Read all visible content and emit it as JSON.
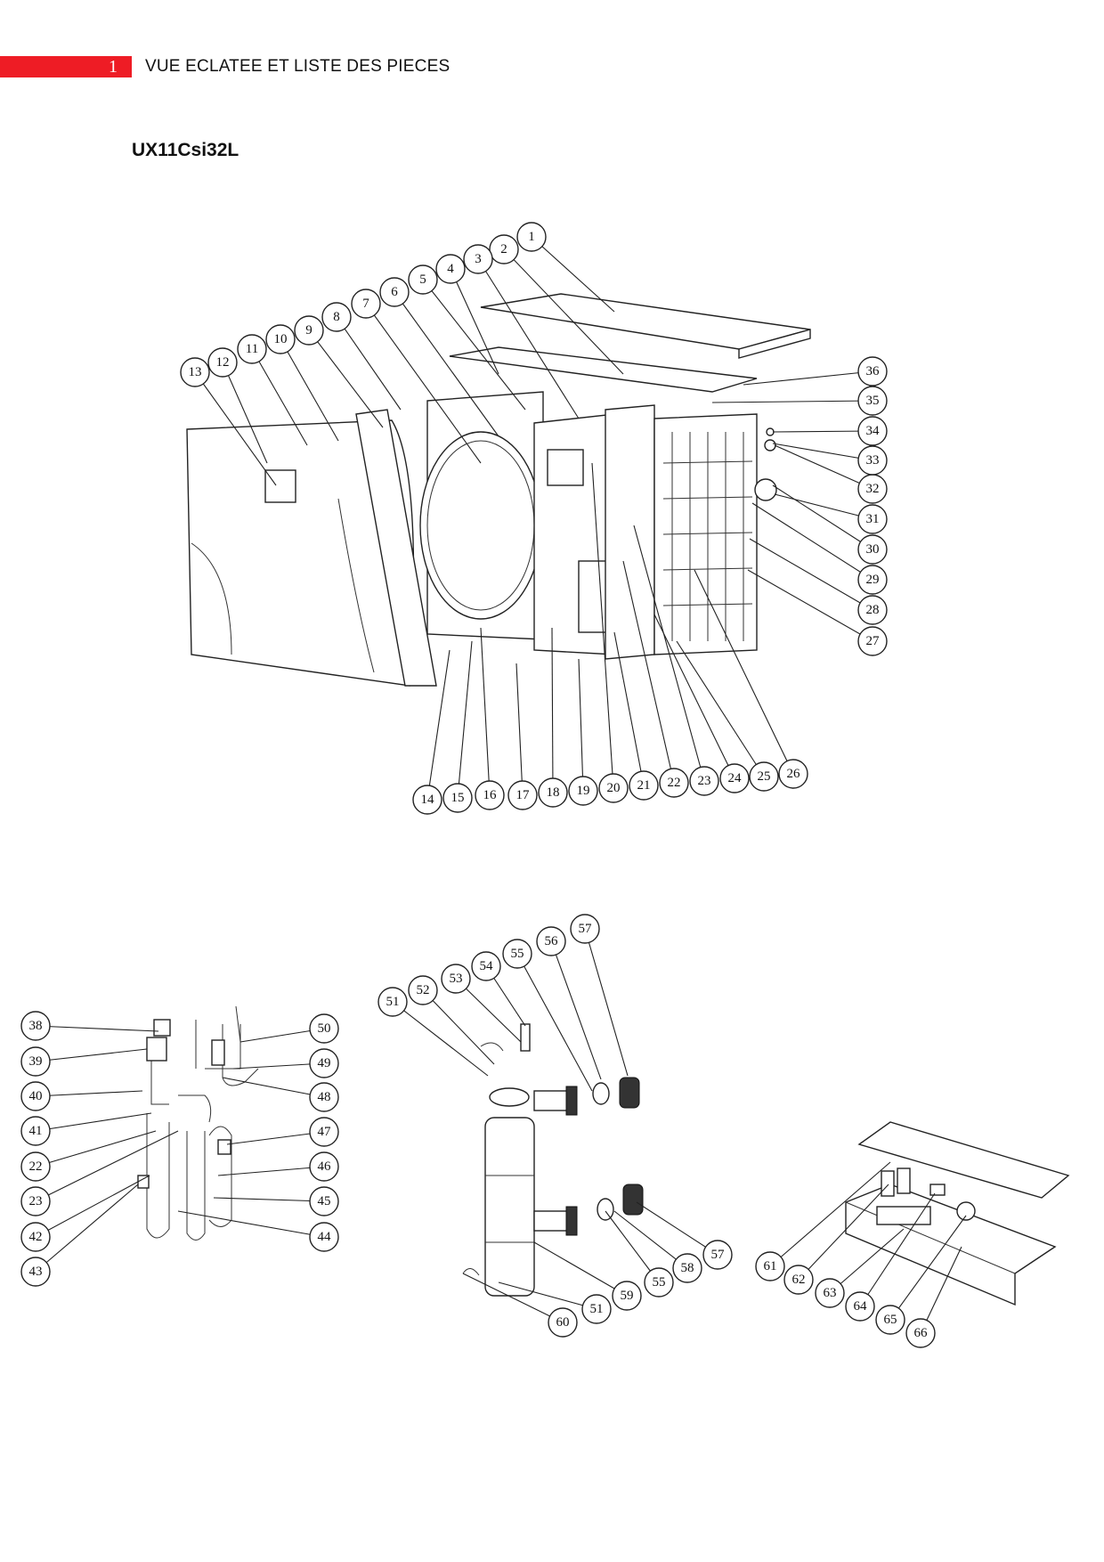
{
  "header": {
    "page_number": "1",
    "section_title": "VUE ECLATEE ET LISTE DES PIECES",
    "accent_color": "#ee1c25"
  },
  "model": "UX11Csi32L",
  "callouts": {
    "main_unit": [
      "1",
      "2",
      "3",
      "4",
      "5",
      "6",
      "7",
      "8",
      "9",
      "10",
      "11",
      "12",
      "13",
      "14",
      "15",
      "16",
      "17",
      "18",
      "19",
      "20",
      "21",
      "22",
      "23",
      "24",
      "25",
      "26",
      "27",
      "28",
      "29",
      "30",
      "31",
      "32",
      "33",
      "34",
      "35",
      "36"
    ],
    "refrigerant_circuit": [
      "38",
      "39",
      "40",
      "41",
      "22",
      "23",
      "42",
      "43",
      "50",
      "49",
      "48",
      "47",
      "46",
      "45",
      "44"
    ],
    "heat_exchanger": [
      "51",
      "52",
      "53",
      "54",
      "55",
      "56",
      "57",
      "60",
      "51",
      "59",
      "55",
      "58",
      "57"
    ],
    "electrical_box": [
      "61",
      "62",
      "63",
      "64",
      "65",
      "66"
    ]
  }
}
